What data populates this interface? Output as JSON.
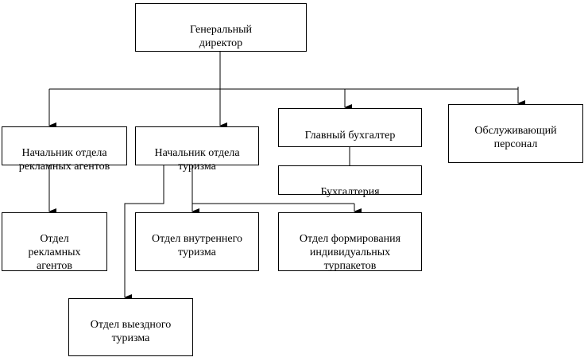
{
  "org_chart": {
    "general_director": "Генеральный\nдиректор",
    "head_advertising_agents": "Начальник отдела\nрекламных агентов",
    "head_tourism": "Начальник отдела\nтуризма",
    "chief_accountant": "Главный бухгалтер",
    "service_staff": "Обслуживающий\nперсонал",
    "accounting": "Бухгалтерия",
    "dept_advertising_agents": "Отдел\nрекламных\nагентов",
    "dept_domestic_tourism": "Отдел внутреннего\nтуризма",
    "dept_individual_packages": "Отдел формирования\nиндивидуальных\nтурпакетов",
    "dept_outbound_tourism": "Отдел выездного\nтуризма"
  },
  "colors": {
    "line": "#000000",
    "box_border": "#000000",
    "background": "#ffffff"
  }
}
